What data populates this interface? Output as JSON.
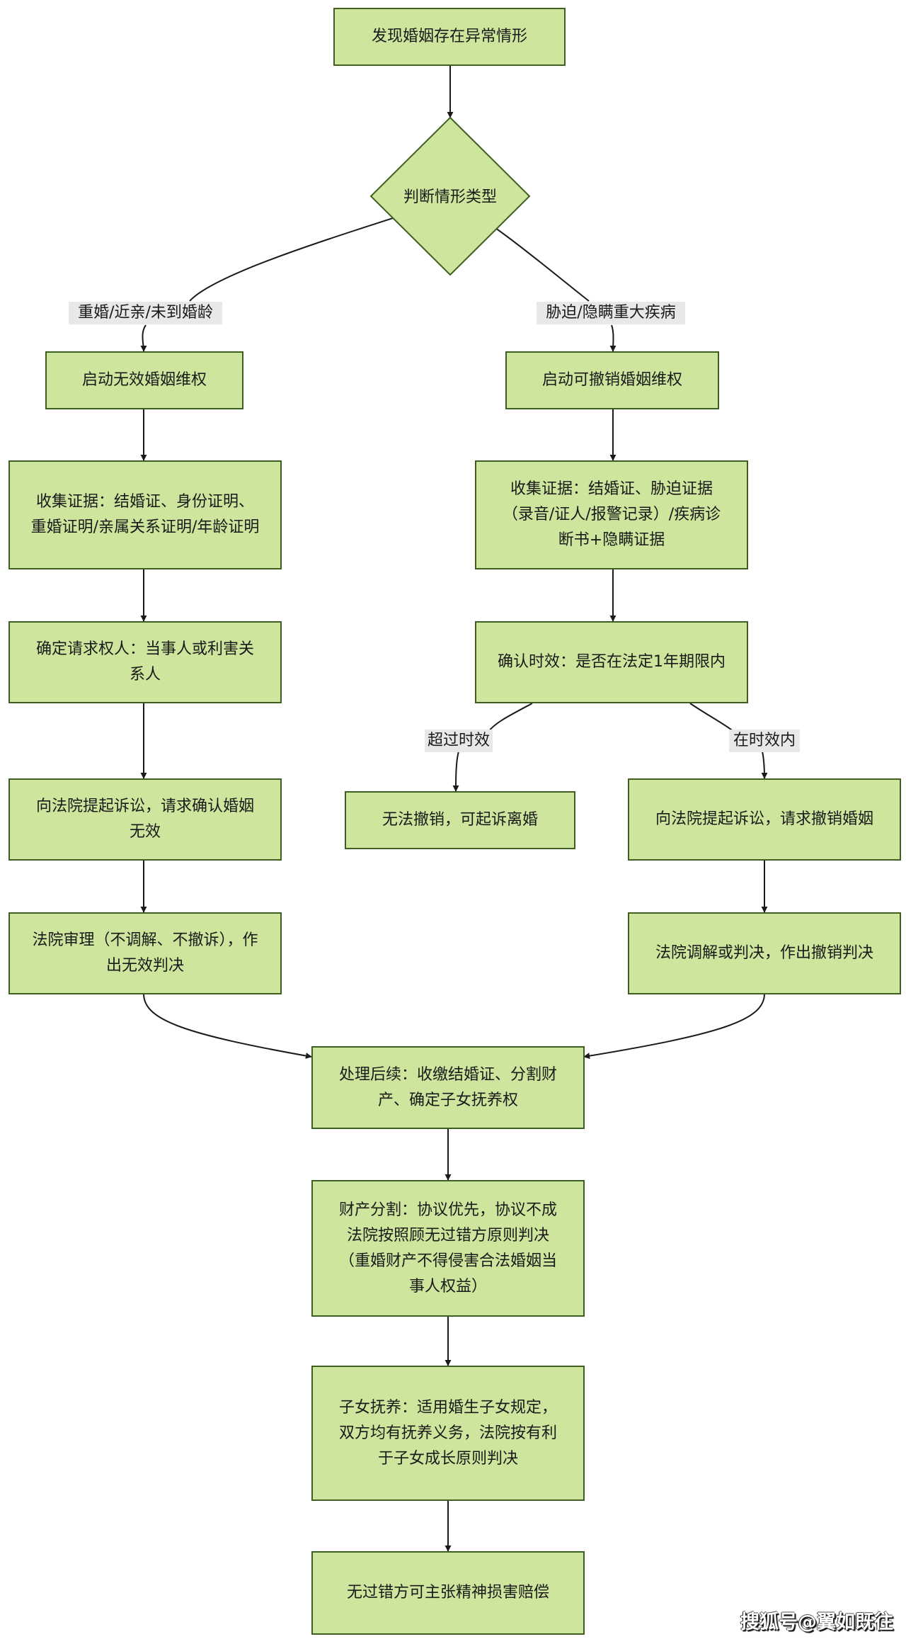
{
  "diagram": {
    "colors": {
      "node_fill": "#cde59c",
      "node_border": "#3f5f22",
      "edge": "#1a1a1a",
      "label_bg": "#e8e8e8"
    },
    "nodes": {
      "start": "发现婚姻存在异常情形",
      "decision": "判断情形类型",
      "void_start": "启动无效婚姻维权",
      "void_evidence": "收集证据：结婚证、身份证明、重婚证明/亲属关系证明/年龄证明",
      "void_claimant": "确定请求权人：当事人或利害关系人",
      "void_lawsuit": "向法院提起诉讼，请求确认婚姻无效",
      "void_judgment": "法院审理（不调解、不撤诉），作出无效判决",
      "revoke_start": "启动可撤销婚姻维权",
      "revoke_evidence": "收集证据：结婚证、胁迫证据（录音/证人/报警记录）/疾病诊断书+隐瞒证据",
      "revoke_deadline": "确认时效：是否在法定1年期限内",
      "revoke_expired": "无法撤销，可起诉离婚",
      "revoke_lawsuit": "向法院提起诉讼，请求撤销婚姻",
      "revoke_judgment": "法院调解或判决，作出撤销判决",
      "aftermath": "处理后续：收缴结婚证、分割财产、确定子女抚养权",
      "property": "财产分割：协议优先，协议不成法院按照顾无过错方原则判决（重婚财产不得侵害合法婚姻当事人权益）",
      "custody": "子女抚养：适用婚生子女规定，双方均有抚养义务，法院按有利于子女成长原则判决",
      "compensation": "无过错方可主张精神损害赔偿"
    },
    "edge_labels": {
      "void_branch": "重婚/近亲/未到婚龄",
      "revoke_branch": "胁迫/隐瞒重大疾病",
      "expired": "超过时效",
      "within": "在时效内"
    },
    "edges": [
      {
        "from": "start",
        "to": "decision"
      },
      {
        "from": "decision",
        "to": "void_start",
        "label": "void_branch"
      },
      {
        "from": "decision",
        "to": "revoke_start",
        "label": "revoke_branch"
      },
      {
        "from": "void_start",
        "to": "void_evidence"
      },
      {
        "from": "void_evidence",
        "to": "void_claimant"
      },
      {
        "from": "void_claimant",
        "to": "void_lawsuit"
      },
      {
        "from": "void_lawsuit",
        "to": "void_judgment"
      },
      {
        "from": "revoke_start",
        "to": "revoke_evidence"
      },
      {
        "from": "revoke_evidence",
        "to": "revoke_deadline"
      },
      {
        "from": "revoke_deadline",
        "to": "revoke_expired",
        "label": "expired"
      },
      {
        "from": "revoke_deadline",
        "to": "revoke_lawsuit",
        "label": "within"
      },
      {
        "from": "revoke_lawsuit",
        "to": "revoke_judgment"
      },
      {
        "from": "void_judgment",
        "to": "aftermath"
      },
      {
        "from": "revoke_judgment",
        "to": "aftermath"
      },
      {
        "from": "aftermath",
        "to": "property"
      },
      {
        "from": "property",
        "to": "custody"
      },
      {
        "from": "custody",
        "to": "compensation"
      }
    ]
  },
  "watermark": "搜狐号@翼如既往"
}
